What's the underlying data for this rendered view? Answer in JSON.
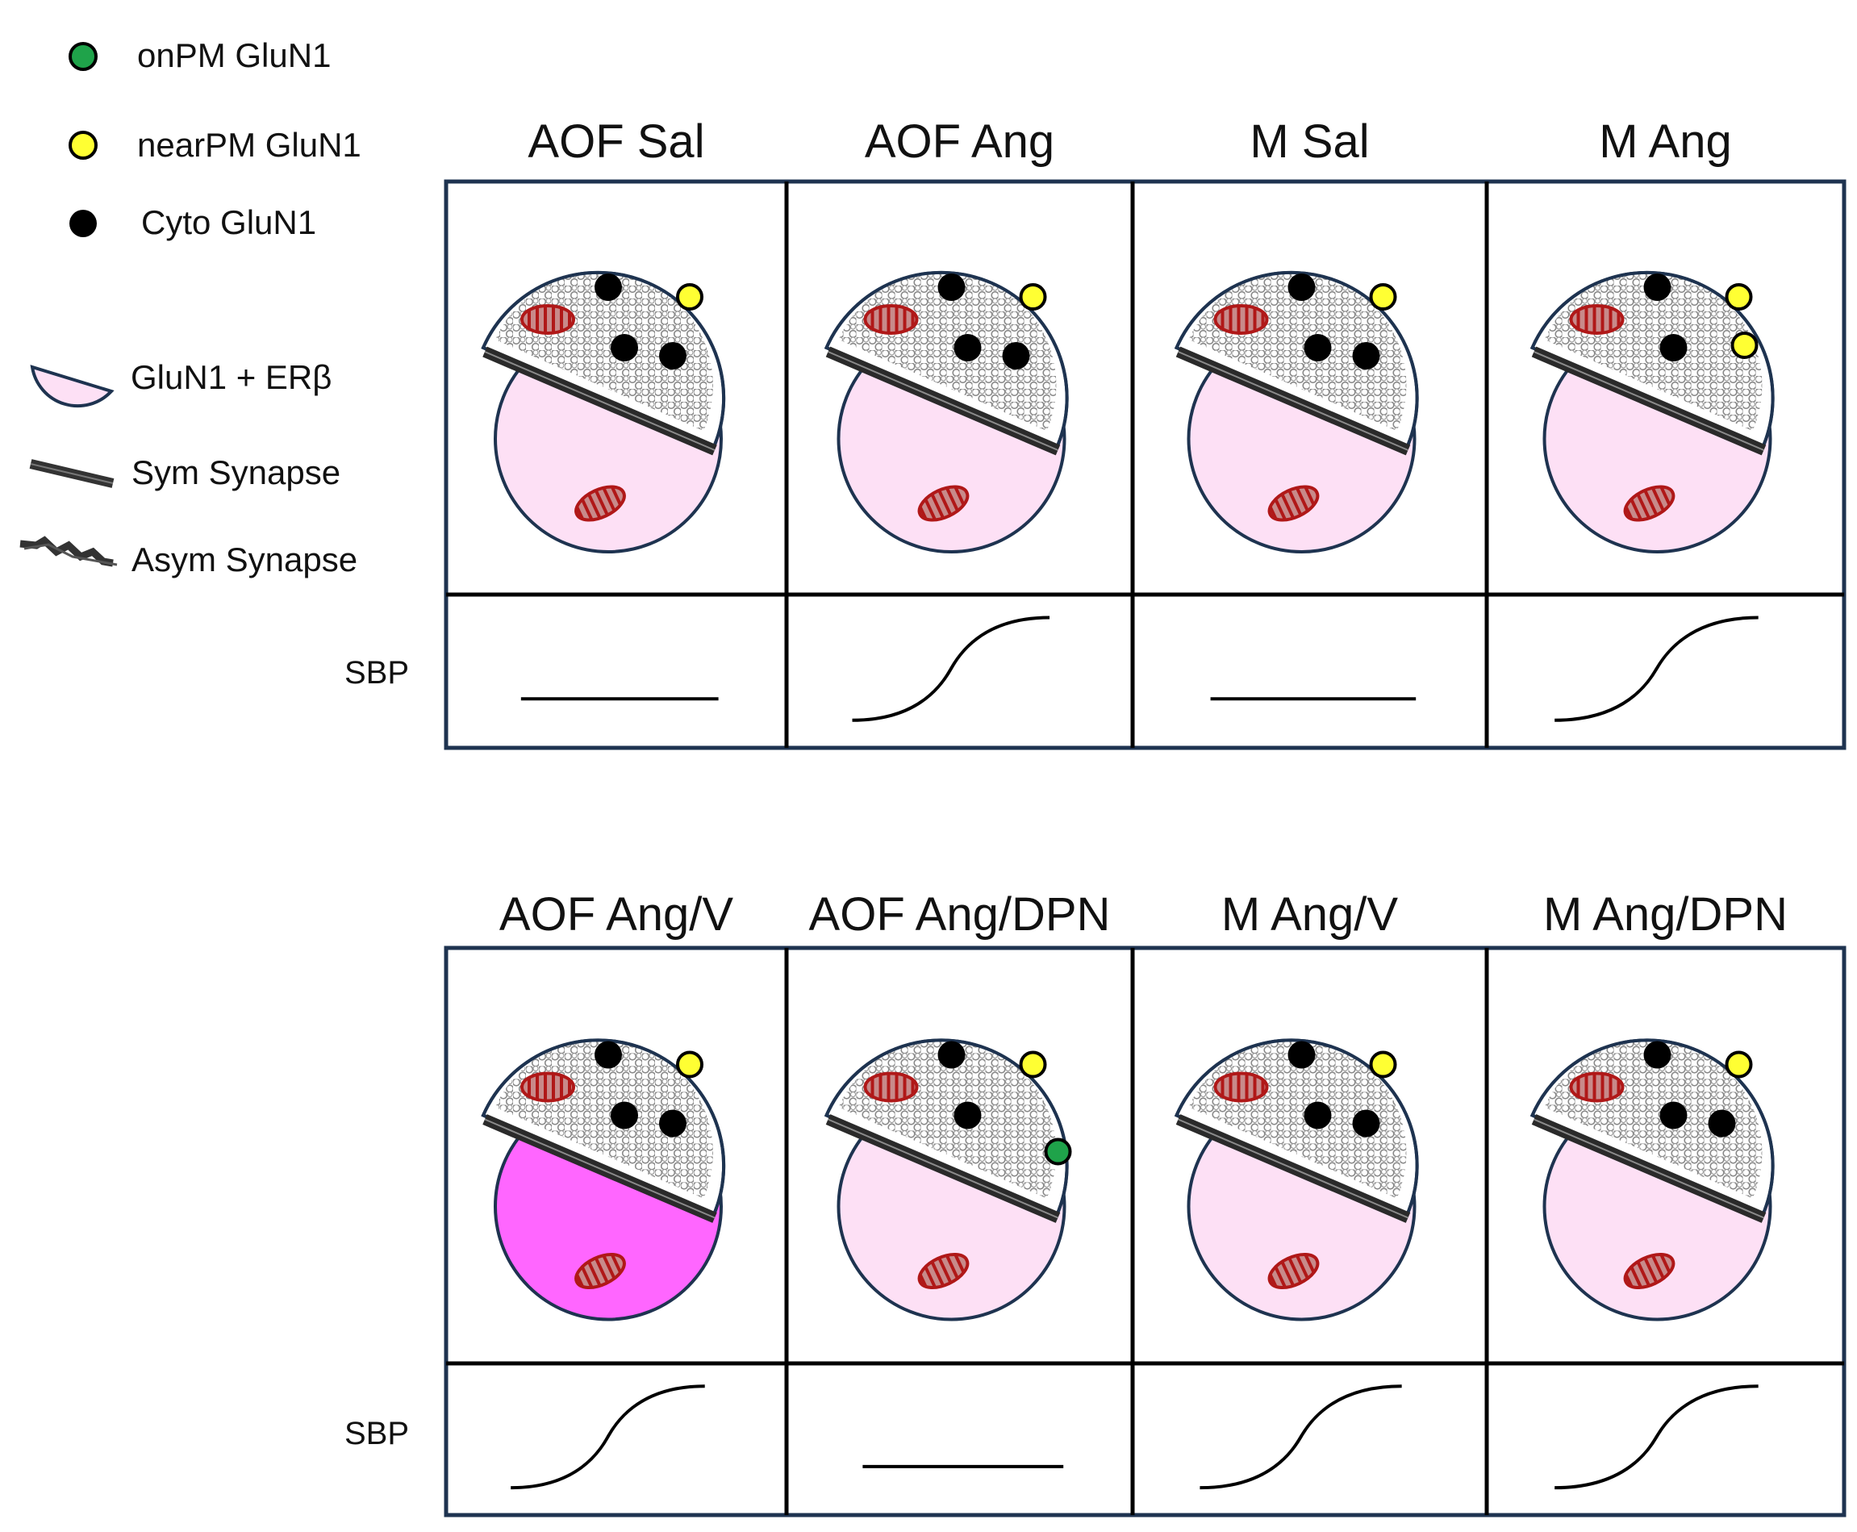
{
  "legend": {
    "items": [
      {
        "key": "onPM",
        "label": "onPM GluN1",
        "color": "#1fa34a",
        "icon": "green-dot-icon"
      },
      {
        "key": "nearPM",
        "label": "nearPM GluN1",
        "color": "#ffff33",
        "icon": "yellow-dot-icon"
      },
      {
        "key": "cyto",
        "label": "Cyto GluN1",
        "color": "#000000",
        "icon": "black-dot-icon"
      },
      {
        "key": "dendrite",
        "label": "GluN1 + ERβ",
        "color": "#fde0f5",
        "icon": "dendrite-icon"
      },
      {
        "key": "sym",
        "label": "Sym Synapse",
        "icon": "sym-synapse-icon"
      },
      {
        "key": "asym",
        "label": "Asym Synapse",
        "icon": "asym-synapse-icon"
      }
    ]
  },
  "colors": {
    "frame": "#1e3350",
    "dendrite_light": "#fde0f5",
    "dendrite_strong": "#ff66ff",
    "mito": "#b01818",
    "vesicle": "#888888"
  },
  "sbp_label": "SBP",
  "rows": [
    {
      "panels": [
        {
          "title": "AOF Sal",
          "dendrite": "light",
          "cyto": 3,
          "nearPM": 1,
          "onPM": 0,
          "sbp": "flat"
        },
        {
          "title": "AOF Ang",
          "dendrite": "light",
          "cyto": 3,
          "nearPM": 1,
          "onPM": 0,
          "sbp": "rise"
        },
        {
          "title": "M Sal",
          "dendrite": "light",
          "cyto": 3,
          "nearPM": 1,
          "onPM": 0,
          "sbp": "flat"
        },
        {
          "title": "M Ang",
          "dendrite": "light",
          "cyto": 2,
          "nearPM": 2,
          "onPM": 0,
          "sbp": "rise"
        }
      ]
    },
    {
      "panels": [
        {
          "title": "AOF Ang/V",
          "dendrite": "strong",
          "cyto": 3,
          "nearPM": 1,
          "onPM": 0,
          "sbp": "rise"
        },
        {
          "title": "AOF Ang/DPN",
          "dendrite": "light",
          "cyto": 2,
          "nearPM": 1,
          "onPM": 1,
          "sbp": "flat"
        },
        {
          "title": "M Ang/V",
          "dendrite": "light",
          "cyto": 3,
          "nearPM": 1,
          "onPM": 0,
          "sbp": "rise"
        },
        {
          "title": "M Ang/DPN",
          "dendrite": "light",
          "cyto": 3,
          "nearPM": 1,
          "onPM": 0,
          "sbp": "rise"
        }
      ]
    }
  ]
}
